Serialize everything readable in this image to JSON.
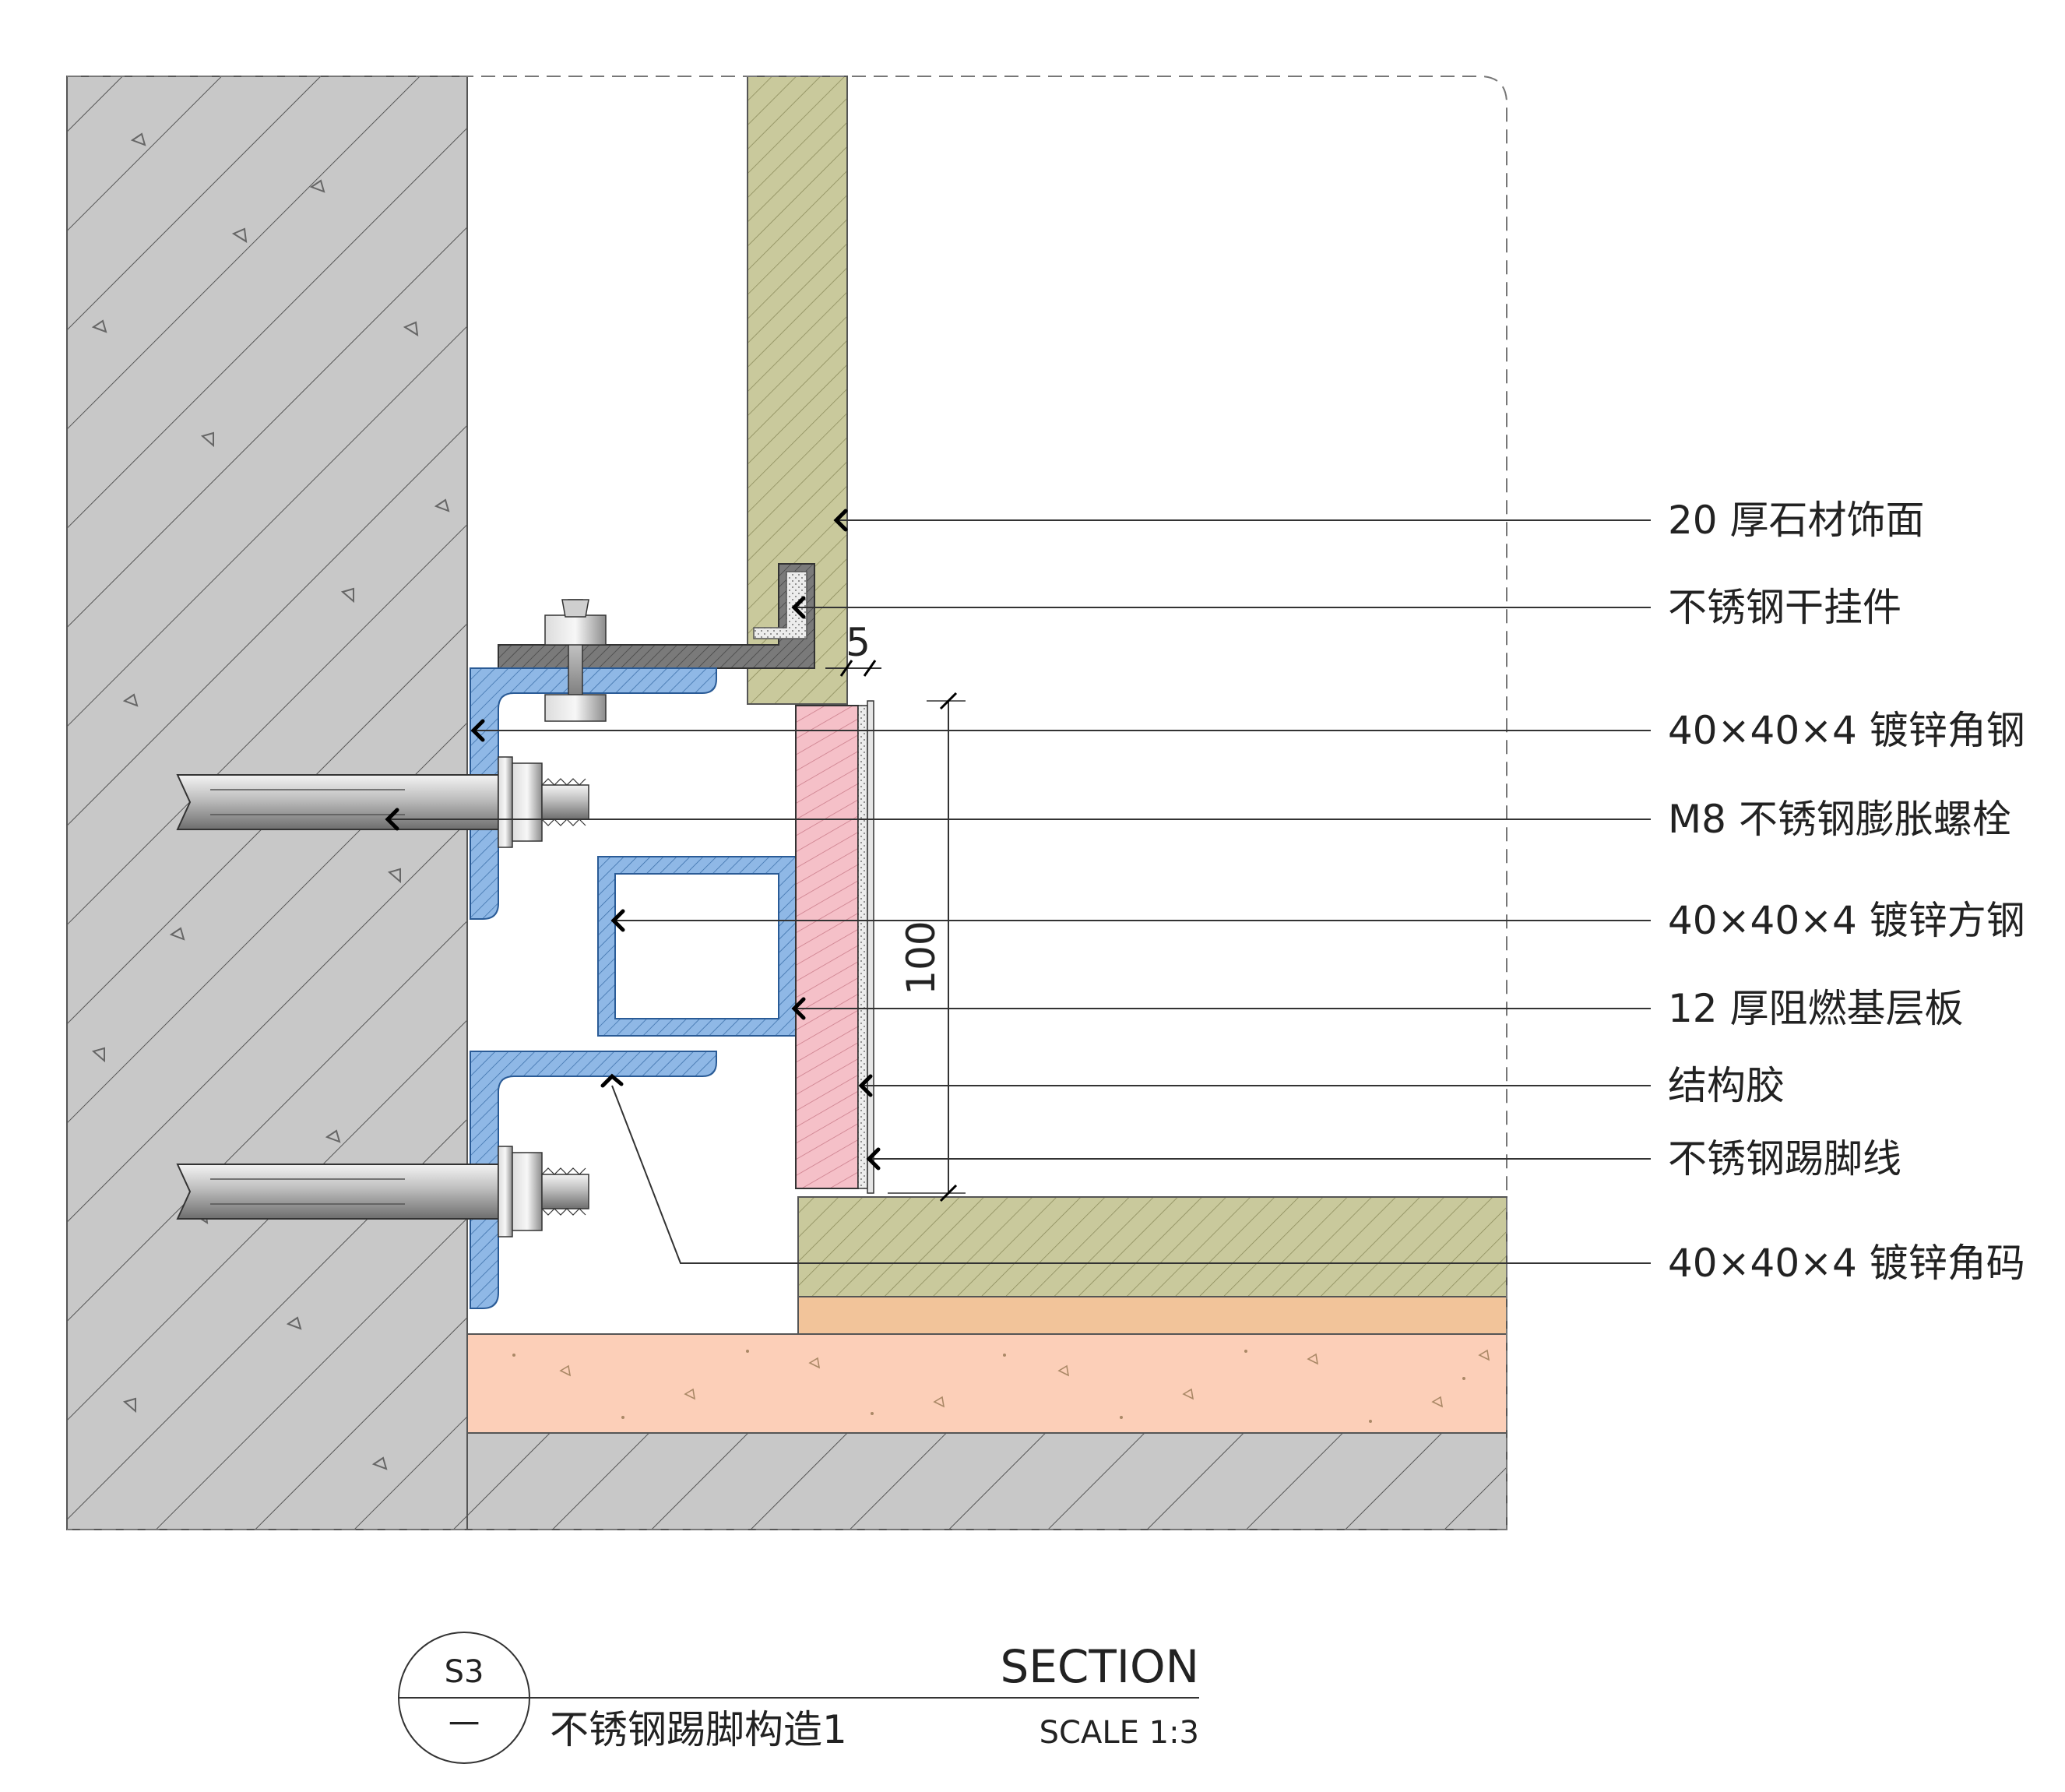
{
  "labels": {
    "stone_facing": "20 厚石材饰面",
    "dry_hanger": "不锈钢干挂件",
    "angle_steel": "40×40×4 镀锌角钢",
    "expansion_bolt": "M8 不锈钢膨胀螺栓",
    "square_steel": "40×40×4 镀锌方钢",
    "fire_board": "12 厚阻燃基层板",
    "structural_glue": "结构胶",
    "skirting": "不锈钢踢脚线",
    "angle_bracket": "40×40×4 镀锌角码"
  },
  "dimensions": {
    "gap": "5",
    "height": "100"
  },
  "title_block": {
    "code": "S3",
    "sheet": "一",
    "name": "不锈钢踢脚构造1",
    "view": "SECTION",
    "scale": "SCALE 1:3"
  },
  "colors": {
    "concrete": "#c8c8c8",
    "stone": "#c9c99c",
    "steel_blue": "#8fb8e6",
    "board_pink": "#f5c0c8",
    "screed_orange": "#f2c49a",
    "slab_salmon": "#fccfb8",
    "hanger_gray": "#7a7a7a"
  }
}
